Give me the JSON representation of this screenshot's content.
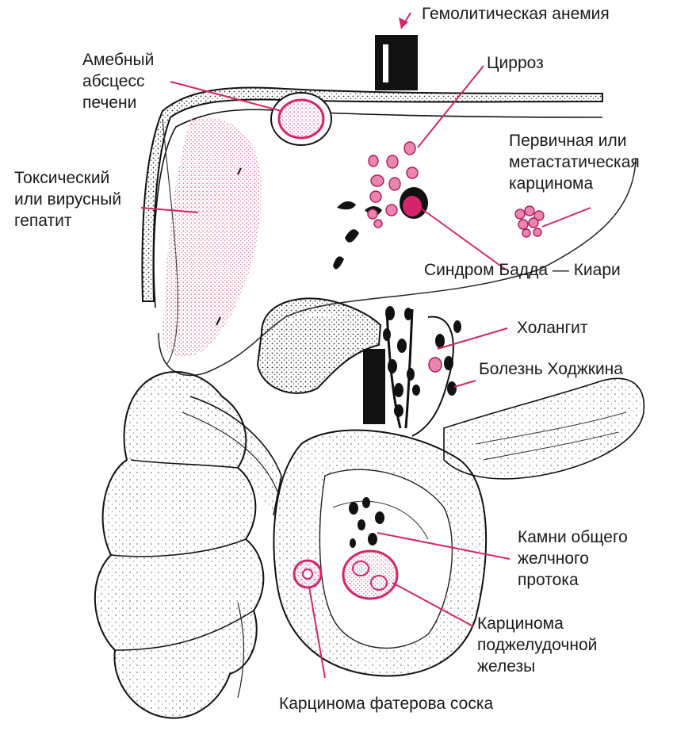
{
  "colors": {
    "accent": "#d6246a",
    "pink_fill": "#e986b0",
    "ink": "#1a1a1a",
    "background": "#ffffff"
  },
  "labels": {
    "hemolytic_anemia": [
      "Гемолитическая анемия"
    ],
    "amoebic_abscess": [
      "Амебный",
      "абсцесс",
      "печени"
    ],
    "cirrhosis": [
      "Цирроз"
    ],
    "primary_carcinoma": [
      "Первичная или",
      "метастатическая",
      "карцинома"
    ],
    "toxic_hepatitis": [
      "Токсический",
      "или вирусный",
      "гепатит"
    ],
    "budd_chiari": [
      "Синдром Бадда — Киари"
    ],
    "cholangitis": [
      "Холангит"
    ],
    "hodgkin": [
      "Болезнь Ходжкина"
    ],
    "cbd_stones": [
      "Камни общего",
      "желчного",
      "протока"
    ],
    "pancreatic_carcinoma": [
      "Карцинома",
      "поджелудочной",
      "железы"
    ],
    "vater_carcinoma": [
      "Карцинома фатерова соска"
    ]
  }
}
